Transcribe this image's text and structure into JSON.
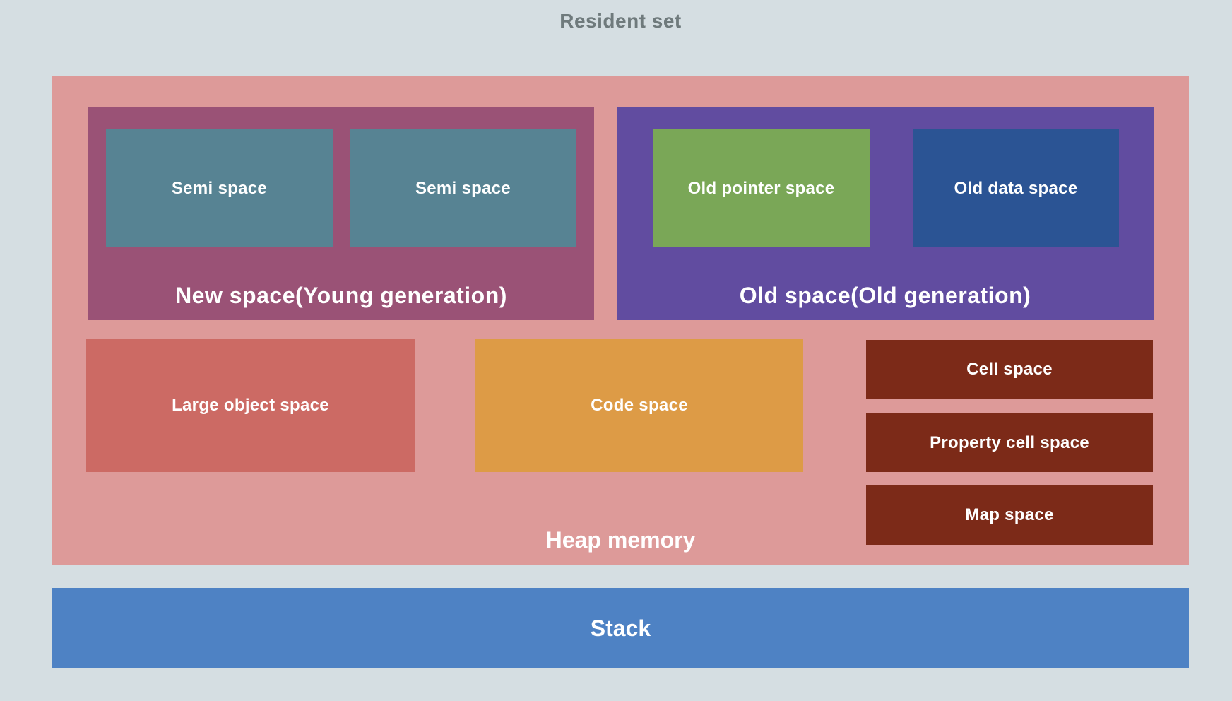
{
  "title": "Resident set",
  "colors": {
    "background": "#d5dee2",
    "title_text": "#6f7a7c",
    "label_text": "#ffffff",
    "heap": "#dd9a99",
    "new_space": "#9a5276",
    "semi_space": "#578393",
    "old_space": "#614ca0",
    "old_pointer_space": "#7aa757",
    "old_data_space": "#2b5494",
    "large_object_space": "#cc6a64",
    "code_space": "#dd9b46",
    "cell_space": "#7c2a18",
    "stack": "#4e82c4"
  },
  "heap": {
    "label": "Heap memory",
    "new_space": {
      "label": "New space(Young generation)",
      "children": [
        {
          "label": "Semi space"
        },
        {
          "label": "Semi space"
        }
      ]
    },
    "old_space": {
      "label": "Old space(Old generation)",
      "children": [
        {
          "label": "Old pointer space"
        },
        {
          "label": "Old data space"
        }
      ]
    },
    "large_object_space": {
      "label": "Large object space"
    },
    "code_space": {
      "label": "Code space"
    },
    "cell_spaces": [
      {
        "label": "Cell space"
      },
      {
        "label": "Property cell space"
      },
      {
        "label": "Map space"
      }
    ]
  },
  "stack": {
    "label": "Stack"
  }
}
